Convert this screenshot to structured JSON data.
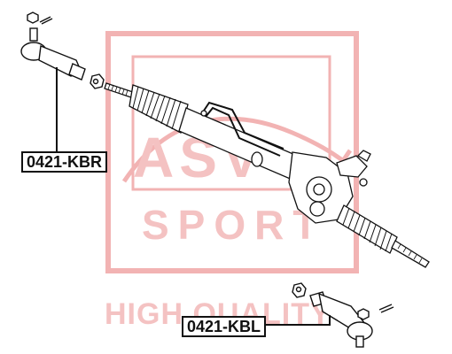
{
  "part_labels": {
    "right_tie_rod_end": "0421-KBR",
    "left_tie_rod_end": "0421-KBL"
  },
  "watermark": {
    "brand_letters": "ASV",
    "sport_text": "SPORT",
    "tagline": "HIGH QUALITY",
    "color": "#f2b3b3"
  },
  "colors": {
    "line": "#111111",
    "background": "#ffffff"
  }
}
